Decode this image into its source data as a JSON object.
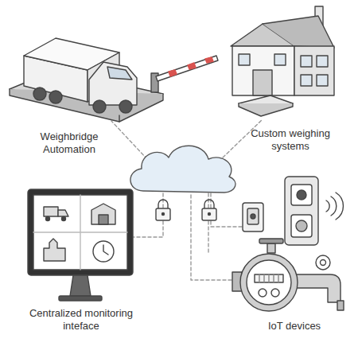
{
  "diagram": {
    "labels": [
      "Weighbridge Automation",
      "Custom weighing systems",
      "Centralized monitoring inteface",
      "IoT devices"
    ]
  }
}
